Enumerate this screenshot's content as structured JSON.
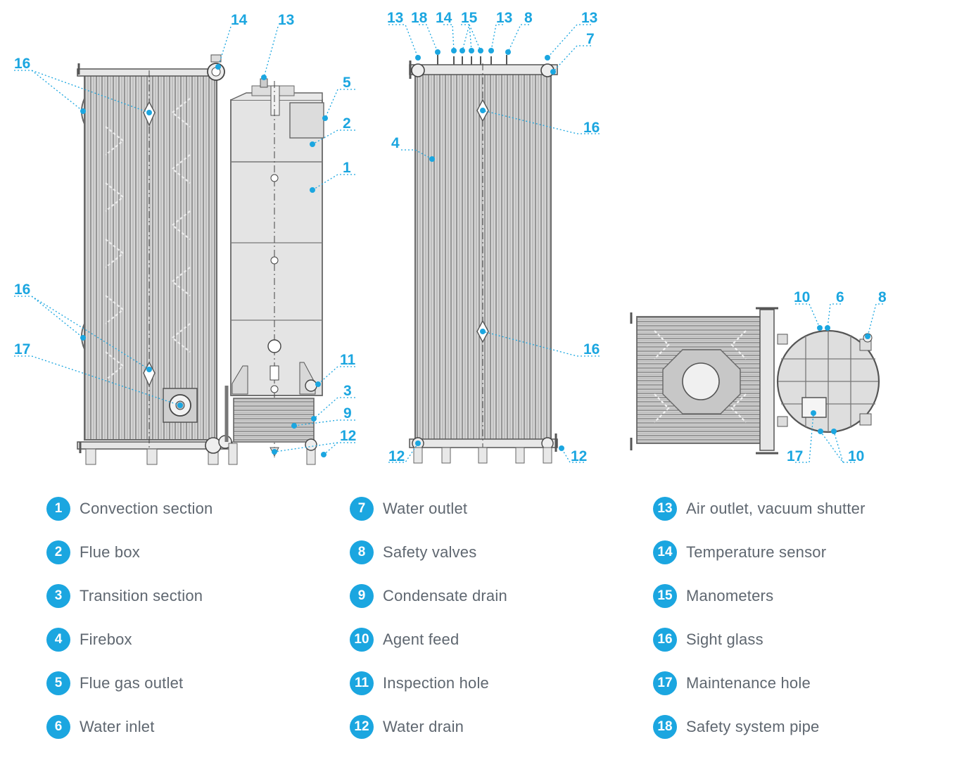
{
  "accent_color": "#1ba6e0",
  "legend": [
    {
      "number": "1",
      "label": "Convection  section"
    },
    {
      "number": "2",
      "label": "Flue  box"
    },
    {
      "number": "3",
      "label": "Transition  section"
    },
    {
      "number": "4",
      "label": "Firebox"
    },
    {
      "number": "5",
      "label": "Flue  gas  outlet"
    },
    {
      "number": "6",
      "label": "Water  inlet"
    },
    {
      "number": "7",
      "label": "Water  outlet"
    },
    {
      "number": "8",
      "label": "Safety  valves"
    },
    {
      "number": "9",
      "label": "Condensate  drain"
    },
    {
      "number": "10",
      "label": "Agent  feed"
    },
    {
      "number": "11",
      "label": "Inspection  hole"
    },
    {
      "number": "12",
      "label": "Water  drain"
    },
    {
      "number": "13",
      "label": "Air  outlet,  vacuum  shutter"
    },
    {
      "number": "14",
      "label": "Temperature  sensor"
    },
    {
      "number": "15",
      "label": "Manometers"
    },
    {
      "number": "16",
      "label": "Sight  glass"
    },
    {
      "number": "17",
      "label": "Maintenance  hole"
    },
    {
      "number": "18",
      "label": "Safety  system  pipe"
    }
  ],
  "callouts": {
    "side_view": [
      "16",
      "14",
      "13",
      "5",
      "2",
      "1",
      "16",
      "17",
      "11",
      "3",
      "9",
      "12"
    ],
    "front_view": [
      "13",
      "18",
      "14",
      "15",
      "13",
      "8",
      "13",
      "7",
      "16",
      "4",
      "16",
      "12",
      "12"
    ],
    "top_view": [
      "10",
      "6",
      "8",
      "17",
      "10"
    ]
  }
}
